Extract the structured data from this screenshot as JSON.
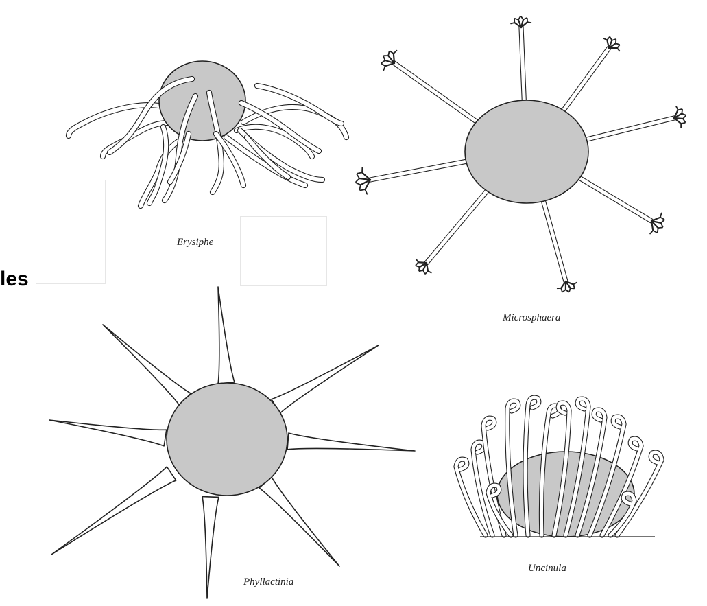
{
  "side_label": "les",
  "captions": {
    "erysiphe": "Erysiphe",
    "microsphaera": "Microsphaera",
    "phyllactinia": "Phyllactinia",
    "uncinula": "Uncinula"
  },
  "colors": {
    "cleistothecium_fill": "#c8c8c8",
    "outline": "#222222",
    "appendage_fill": "#ffffff"
  }
}
